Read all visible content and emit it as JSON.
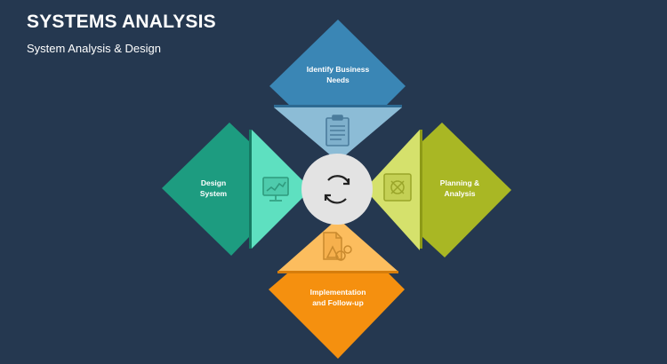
{
  "header": {
    "title": "SYSTEMS ANALYSIS",
    "subtitle": "System Analysis & Design"
  },
  "colors": {
    "background": "#253850",
    "top_dark": "#3a86b5",
    "top_light": "#8cbcd6",
    "left_dark": "#1d9c80",
    "left_light": "#5ee0c0",
    "right_dark": "#a9b724",
    "right_light": "#d5e16c",
    "bottom_dark": "#f5900f",
    "bottom_light": "#fcbd5e",
    "center": "#e3e3e3"
  },
  "diagram": {
    "center": {
      "icon": "cycle-arrows-icon"
    },
    "steps": [
      {
        "id": "top",
        "label_line1": "Identify Business",
        "label_line2": "Needs",
        "icon": "clipboard-icon"
      },
      {
        "id": "right",
        "label_line1": "Planning &",
        "label_line2": "Analysis",
        "icon": "planning-chart-icon"
      },
      {
        "id": "bottom",
        "label_line1": "Implementation",
        "label_line2": "and Follow-up",
        "icon": "document-gears-icon"
      },
      {
        "id": "left",
        "label_line1": "Design",
        "label_line2": "System",
        "icon": "monitor-chart-icon"
      }
    ]
  }
}
